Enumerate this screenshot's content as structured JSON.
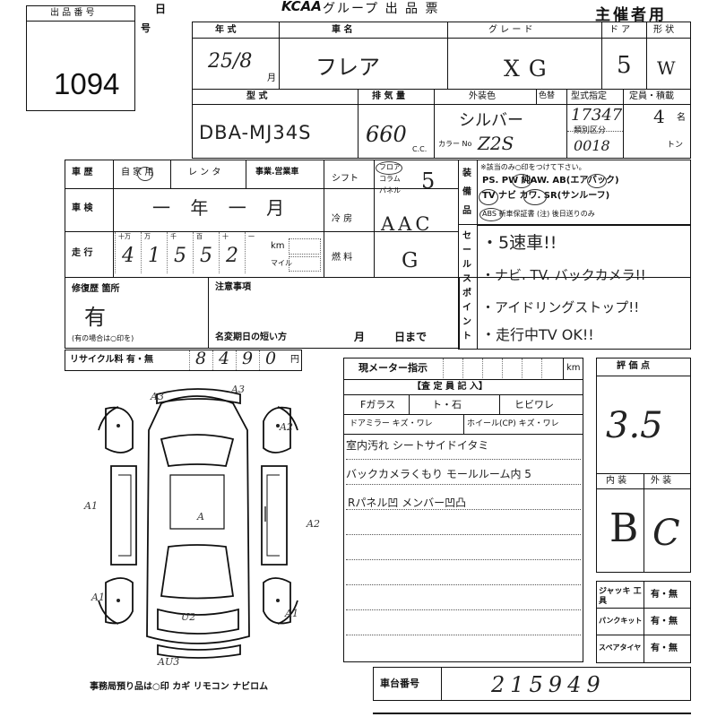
{
  "header": {
    "lot_label": "出 品 番 号",
    "lot_number": "1094",
    "day_mark": "日",
    "number_mark": "号",
    "brand": "KCAA",
    "title": "グループ 出 品 票",
    "organizer": "主催者用"
  },
  "vehicle": {
    "year_label": "年 式",
    "year_value": "25/8",
    "month_suffix": "月",
    "name_label": "車 名",
    "name_value": "フレア",
    "grade_label": "グ レ ー ド",
    "grade_value": "XG",
    "doors_label": "ド ア",
    "doors_value": "5",
    "body_label": "形 状",
    "body_value": "W",
    "model_label": "型 式",
    "model_value": "DBA-MJ34S",
    "engine_label": "排 気 量",
    "engine_value": "660",
    "engine_unit": "C.C.",
    "color_label": "外装色",
    "color_change_label": "色替",
    "color_value": "シルバー",
    "color_no_label": "カラー No",
    "color_no_value": "Z2S",
    "type_label": "型式指定",
    "type_value": "17347",
    "class_label": "類別区分",
    "class_value": "0018",
    "capacity_label": "定員・積載",
    "capacity_value": "4",
    "capacity_unit": "名",
    "ton_unit": "トン"
  },
  "history": {
    "history_label": "車 歴",
    "history_opt1": "自 家 用",
    "history_opt2": "レ ン タ",
    "history_opt3": "事業.営業車",
    "inspection_label": "車 検",
    "inspection_value": "一 年 一 月",
    "mileage_label": "走 行",
    "mileage_digits_labels": [
      "十万",
      "万",
      "千",
      "百",
      "十",
      "一"
    ],
    "mileage_digits": [
      "4",
      "1",
      "5",
      "5",
      "2"
    ],
    "km_label": "km",
    "mile_label": "マイル",
    "shift_label": "シフト",
    "shift_opts": [
      "フロア",
      "コラム",
      "パネル"
    ],
    "shift_value": "5",
    "ac_label": "冷 房",
    "ac_value": "AAC",
    "fuel_label": "燃 料",
    "fuel_value": "G",
    "equipment_label": "装備品",
    "equipment_note": "※該当のみ○印をつけて下さい。",
    "equipment_row1": "PS. PW 純AW. AB(エアバック)",
    "equipment_row2": "TV ナビ カワ. SR(サンルーフ)",
    "equipment_row3": "ABS 新車保証書 (注) 後日送りのみ"
  },
  "sales_points": {
    "label": "セールスポイント",
    "lines": [
      "・5速車!!",
      "・ナビ. TV. バックカメラ!!",
      "・アイドリングストップ!!",
      "・走行中TV OK!!"
    ]
  },
  "repair": {
    "label": "修復歴 箇所",
    "value": "有",
    "note": "(有の場合は○印を)",
    "caution_label": "注意事項",
    "deadline_label": "名変期日の短い方",
    "month_label": "月",
    "day_label": "日まで"
  },
  "recycle": {
    "label": "リサイクル料 有・無",
    "digits": [
      "8",
      "4",
      "9",
      "0"
    ],
    "unit": "円"
  },
  "inspector": {
    "meter_label": "現メーター指示",
    "meter_unit": "km",
    "title": "【査 定 員 記 入】",
    "glass_label": "Fガラス",
    "glass_opt1": "ト・石",
    "glass_opt2": "ヒビワレ",
    "mirror_label": "ドアミラー キズ・ワレ",
    "wheel_label": "ホイール(CP) キズ・ワレ",
    "notes": [
      "室内汚れ シートサイドイタミ",
      "バックカメラくもり モールルーム内 5",
      "Rパネル凹 メンバー凹凸"
    ]
  },
  "grade": {
    "label": "評 価 点",
    "value": "3.5",
    "interior_label": "内 装",
    "interior_value": "B",
    "exterior_label": "外 装",
    "exterior_value": "C"
  },
  "tools": {
    "jack_label": "ジャッキ 工 具",
    "jack_value": "有・無",
    "puncture_label": "パンクキット",
    "puncture_value": "有・無",
    "spare_label": "スペアタイヤ",
    "spare_value": "有・無"
  },
  "chassis": {
    "label": "車台番号",
    "value": "215949"
  },
  "diagram": {
    "marks": [
      "A3",
      "A3",
      "A2",
      "A1",
      "A",
      "A2",
      "A1",
      "A1",
      "U2",
      "AU3"
    ]
  },
  "footer": {
    "text": "事務局預り品は○印  カギ リモコン ナビロム"
  }
}
